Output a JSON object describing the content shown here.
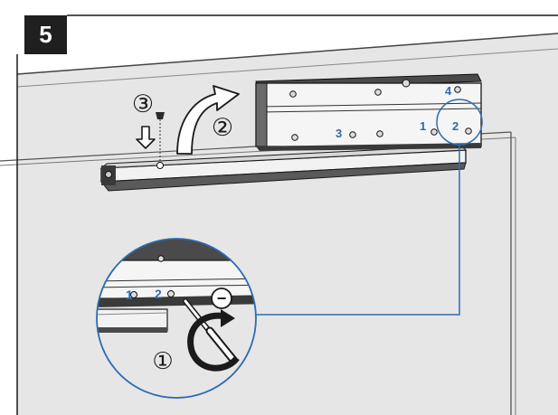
{
  "step_number": "5",
  "callouts": {
    "screw_step": "③",
    "lift_step": "②",
    "loosen_step": "①"
  },
  "screw_labels": {
    "top_4": "4",
    "bottom_3": "3",
    "bottom_1": "1",
    "bottom_2": "2",
    "detail_1": "1",
    "detail_2": "2"
  },
  "minus_symbol": "−",
  "colors": {
    "highlight_blue": "#2b6cb0",
    "wall_grey": "#e6e6e6",
    "outline": "#1a1a1a"
  }
}
